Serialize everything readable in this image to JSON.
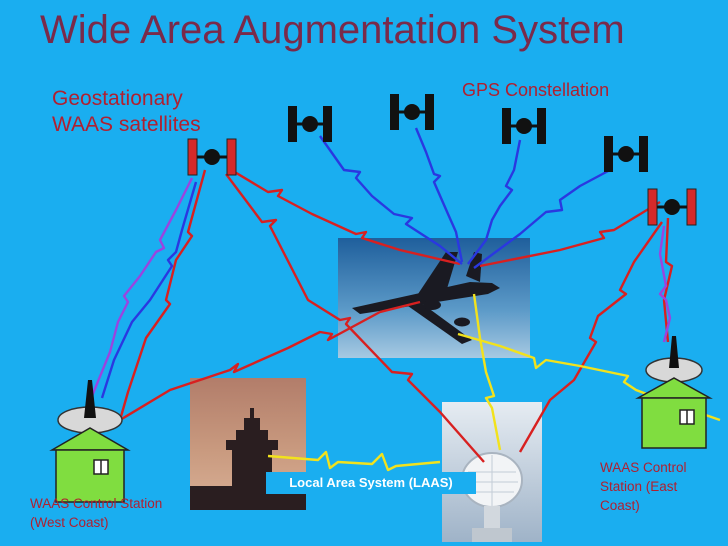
{
  "title": "Wide Area Augmentation System",
  "labels": {
    "geostationary": "Geostationary WAAS satellites",
    "gps_constellation": "GPS Constellation",
    "west_station": "WAAS Control Station (West Coast)",
    "east_station": "WAAS Control Station (East Coast)",
    "laas": "Local Area System (LAAS)"
  },
  "colors": {
    "background": "#1aaef0",
    "title": "#7a2a4a",
    "label": "#b02030",
    "waas_satellite": "#d42a2a",
    "gps_satellite": "#111111",
    "red_link": "#d82020",
    "blue_link": "#2a38e0",
    "purple_link": "#9a44e0",
    "yellow_link": "#f2e21c",
    "house": "#80dd40"
  },
  "icons": [
    "waas-satellite-icon",
    "gps-satellite-icon",
    "control-station-icon",
    "airplane-photo",
    "control-tower-photo",
    "radar-dish-photo"
  ]
}
